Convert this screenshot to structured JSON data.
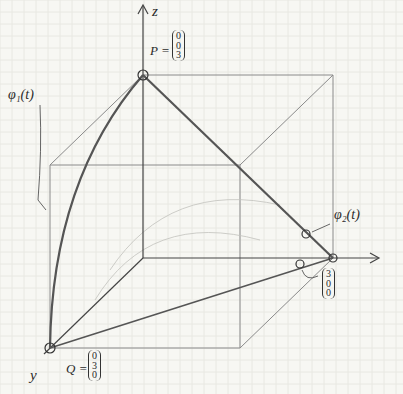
{
  "diagram": {
    "labels": [
      "z",
      "y",
      "P =",
      "0 0 3",
      "Q =",
      "0 3 0",
      "φ₁(t)",
      "φ₂(t)",
      "3 0 0"
    ]
  }
}
